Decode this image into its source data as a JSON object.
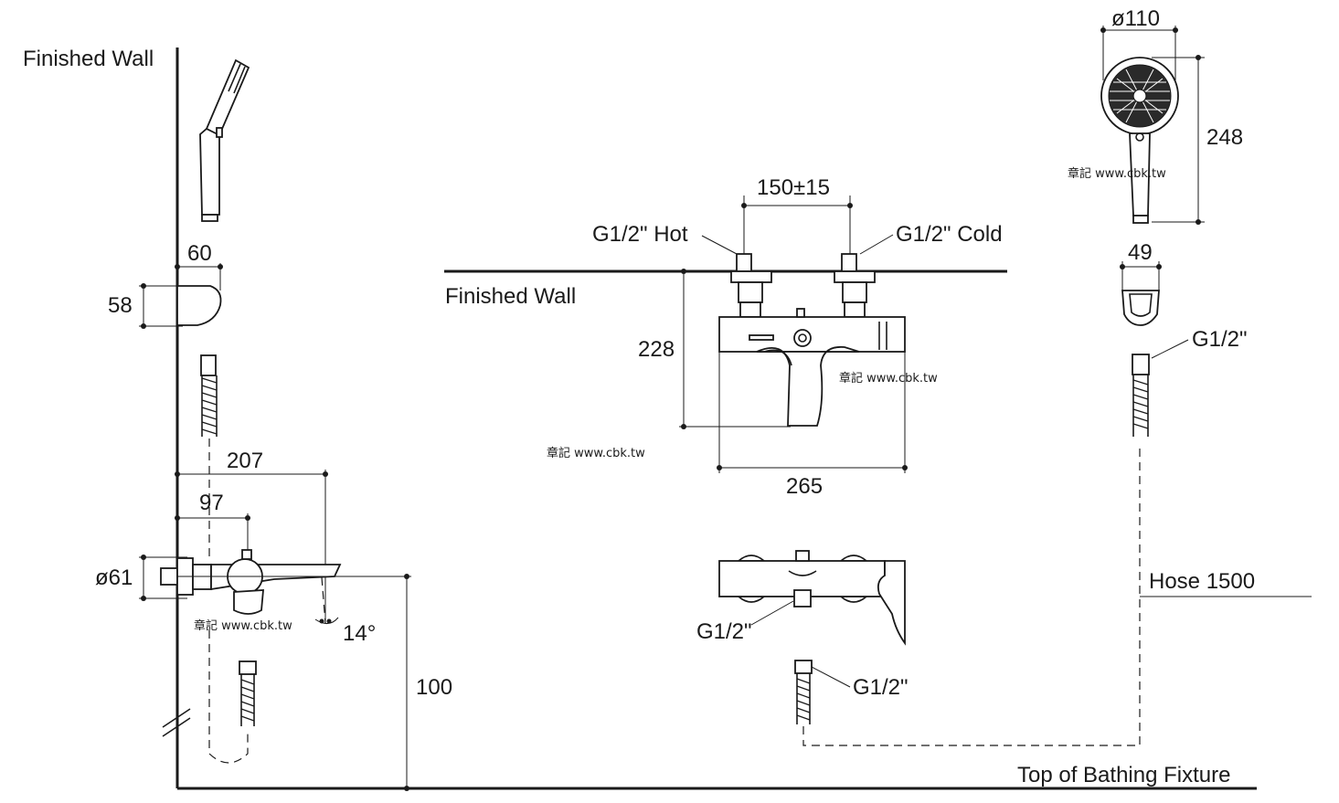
{
  "labels": {
    "finished_wall_left": "Finished Wall",
    "finished_wall_center": "Finished Wall",
    "top_of_bathing_fixture": "Top of Bathing Fixture",
    "hose": "Hose 1500",
    "hot_inlet": "G1/2\" Hot",
    "cold_inlet": "G1/2\" Cold",
    "thread_handshower": "G1/2\"",
    "thread_outlet": "G1/2\"",
    "thread_hose_end": "G1/2\""
  },
  "dimensions": {
    "holder_depth": "60",
    "holder_height": "58",
    "spout_reach": "207",
    "handle_offset": "97",
    "escutcheon_diameter": "ø61",
    "spout_angle": "14°",
    "height_above_fixture": "100",
    "inlet_spacing": "150±15",
    "body_height": "228",
    "body_width": "265",
    "head_diameter": "ø110",
    "handshower_length": "248",
    "holder_width": "49"
  },
  "watermarks": [
    "章記 www.cbk.tw",
    "章記 www.cbk.tw",
    "章記 www.cbk.tw",
    "章記 www.cbk.tw"
  ]
}
